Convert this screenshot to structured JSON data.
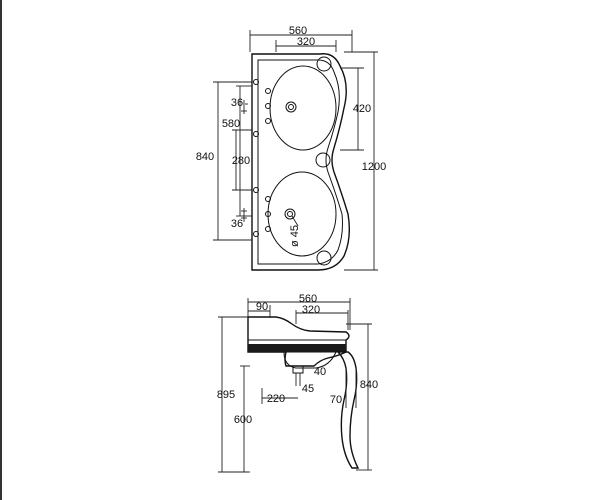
{
  "colors": {
    "line": "#111111",
    "fill": "#ffffff",
    "dark": "#1a1a1a"
  },
  "top_view": {
    "width_overall": "560",
    "width_bowl": "320",
    "spacing_36_top": "36",
    "height_580": "580",
    "height_840": "840",
    "spacing_280": "280",
    "spacing_36_bottom": "36",
    "bowl_420": "420",
    "overall_1200": "1200",
    "drain_dia": "ø 45"
  },
  "side_view": {
    "width_overall": "560",
    "offset_90": "90",
    "width_bowl": "320",
    "overall_895": "895",
    "floor_600": "600",
    "trap_220": "220",
    "trap_40": "40",
    "trap_45": "45",
    "leg_70": "70",
    "leg_840": "840"
  }
}
